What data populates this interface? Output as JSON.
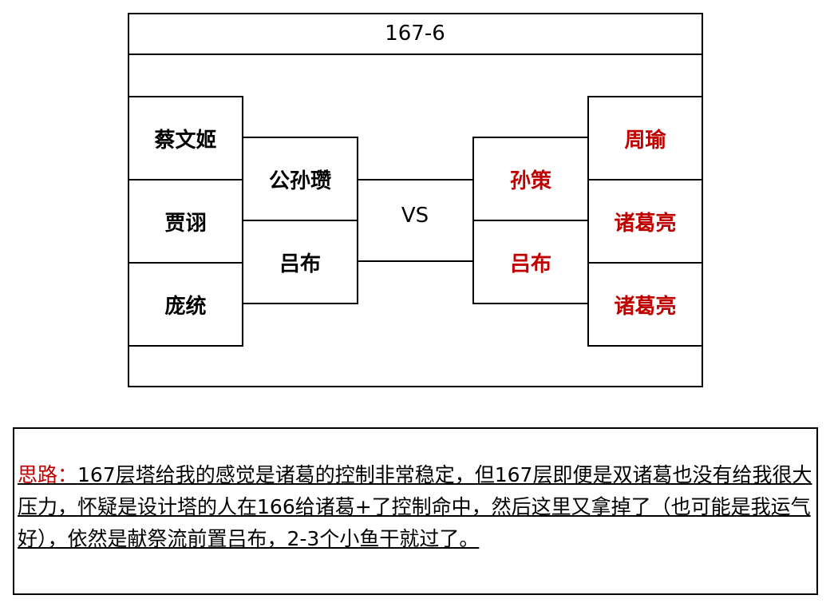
{
  "title": "167-6",
  "vs_label": "VS",
  "left_team": {
    "outer": [
      "蔡文姬",
      "贾诩",
      "庞统"
    ],
    "inner": [
      "公孙瓒",
      "吕布"
    ]
  },
  "right_team": {
    "inner": [
      "孙策",
      "吕布"
    ],
    "outer": [
      "周瑜",
      "诸葛亮",
      "诸葛亮"
    ]
  },
  "colors": {
    "left_text": "#000000",
    "right_text": "#c00000"
  },
  "note": {
    "label": "思路：",
    "text": "167层塔给我的感觉是诸葛的控制非常稳定，但167层即便是双诸葛也没有给我很大压力，怀疑是设计塔的人在166给诸葛+了控制命中，然后这里又拿掉了（也可能是我运气好），依然是献祭流前置吕布，2-3个小鱼干就过了。"
  }
}
